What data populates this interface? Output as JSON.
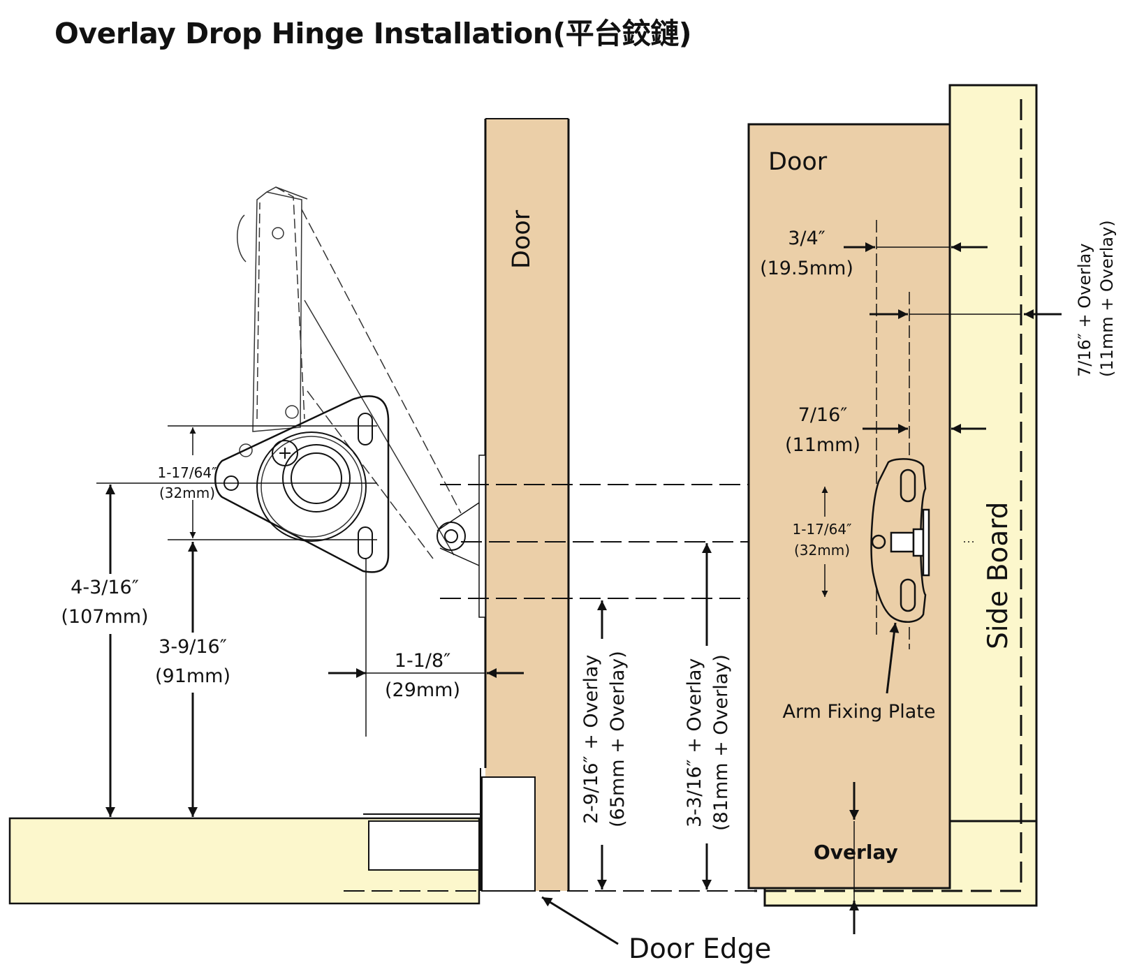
{
  "title": "Overlay Drop Hinge Installation(平台鉸鏈)",
  "colors": {
    "door_wood": "#ebcfa8",
    "side_board": "#fcf7cc",
    "line": "#111111",
    "hinge_line": "#333333"
  },
  "left_view": {
    "door_label": "Door",
    "dim_hole_spacing": {
      "imperial": "1-17/64″",
      "metric": "(32mm)"
    },
    "dim_bottom_hole": {
      "imperial": "4-3/16″",
      "metric": "(107mm)"
    },
    "dim_top_hole": {
      "imperial": "3-9/16″",
      "metric": "(91mm)"
    },
    "dim_offset": {
      "imperial": "1-1/8″",
      "metric": "(29mm)"
    },
    "dim_plate_low": {
      "imperial": "2-9/16″ + Overlay",
      "metric": "(65mm + Overlay)"
    },
    "dim_plate_high": {
      "imperial": "3-3/16″ + Overlay",
      "metric": "(81mm + Overlay)"
    }
  },
  "right_view": {
    "door_label": "Door",
    "side_board_label": "Side Board",
    "overlay_label": "Overlay",
    "arm_plate_label": "Arm Fixing Plate",
    "dim_edge_offset": {
      "imperial": "3/4″",
      "metric": "(19.5mm)"
    },
    "dim_overlay_offset": {
      "imperial": "7/16″ + Overlay",
      "metric": "(11mm + Overlay)"
    },
    "dim_plate_offset": {
      "imperial": "7/16″",
      "metric": "(11mm)"
    },
    "dim_hole_spacing": {
      "imperial": "1-17/64″",
      "metric": "(32mm)"
    }
  },
  "door_edge_label": "Door Edge"
}
